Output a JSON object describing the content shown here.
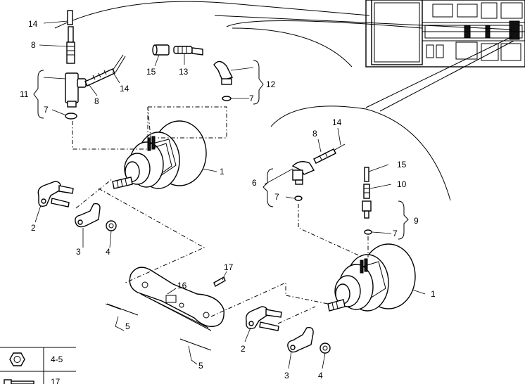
{
  "callouts": {
    "c14_top": "14",
    "c8_top": "8",
    "c11": "11",
    "c8_mid": "8",
    "c14_mid": "14",
    "c7_left": "7",
    "c15_top": "15",
    "c13": "13",
    "c12": "12",
    "c7_top_right": "7",
    "c1_left": "1",
    "c2_left": "2",
    "c3_left": "3",
    "c4_left": "4",
    "c16": "16",
    "c17": "17",
    "c5_left": "5",
    "c5_bottom": "5",
    "c8_right": "8",
    "c14_right": "14",
    "c6": "6",
    "c15_right": "15",
    "c10": "10",
    "c7_right_a": "7",
    "c9": "9",
    "c7_right_b": "7",
    "c1_right": "1",
    "c2_right": "2",
    "c3_right": "3",
    "c4_right": "4"
  },
  "legend_table": {
    "row1_value": "4-5",
    "row2_value": "17"
  },
  "icons": {
    "nut": "hex-nut-icon",
    "bolt": "bolt-icon"
  }
}
